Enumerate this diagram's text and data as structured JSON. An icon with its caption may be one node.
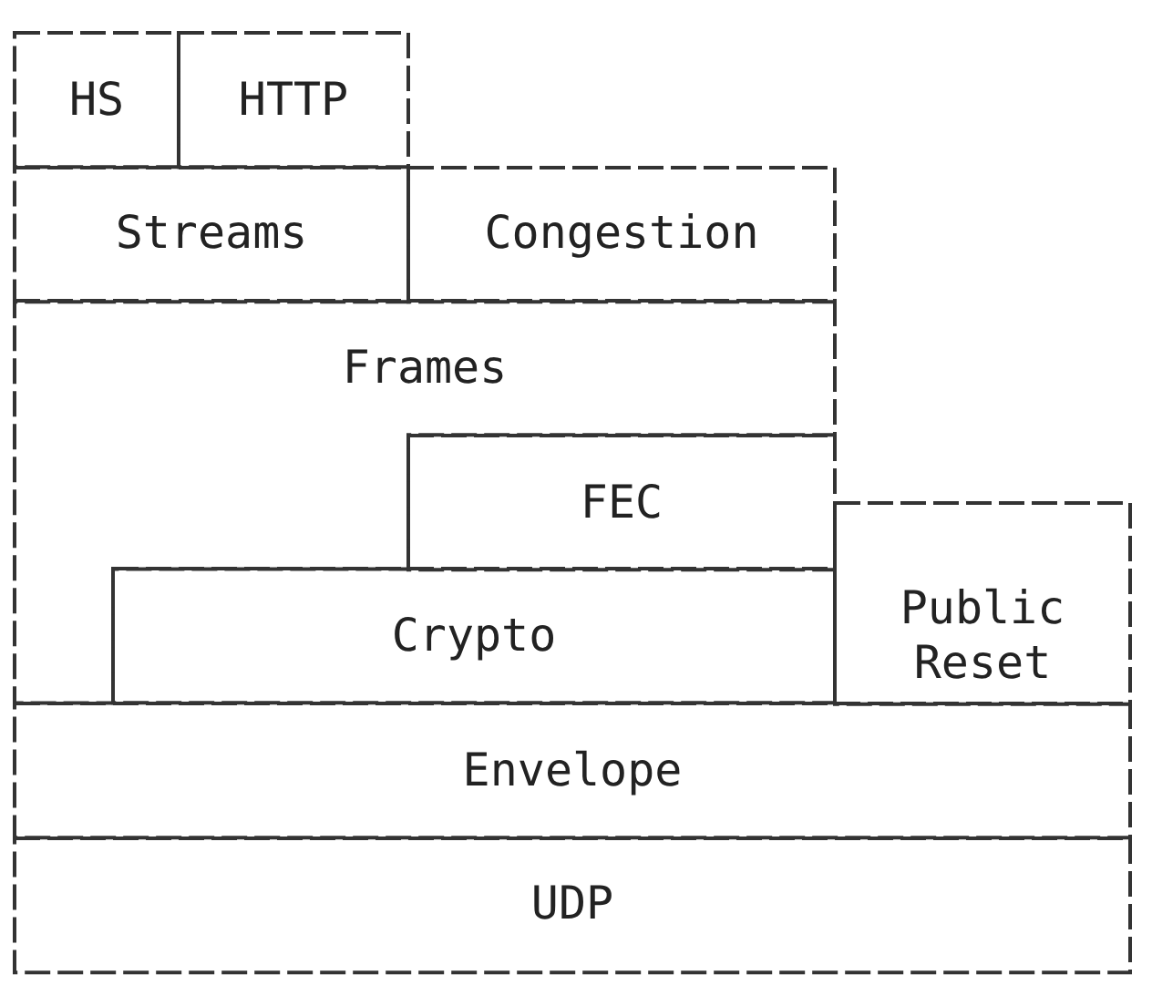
{
  "diagram": {
    "nodes": [
      {
        "text": [
          "HS"
        ]
      },
      {
        "text": [
          "HTTP"
        ]
      },
      {
        "text": [
          "Streams"
        ]
      },
      {
        "text": [
          "Congestion"
        ]
      },
      {
        "text": [
          "Frames"
        ]
      },
      {
        "text": [
          "FEC"
        ]
      },
      {
        "text": [
          "Public Reset"
        ]
      },
      {
        "text": [
          "Crypto"
        ]
      },
      {
        "text": [
          "Envelope"
        ]
      },
      {
        "text": [
          "UDP"
        ]
      }
    ]
  }
}
